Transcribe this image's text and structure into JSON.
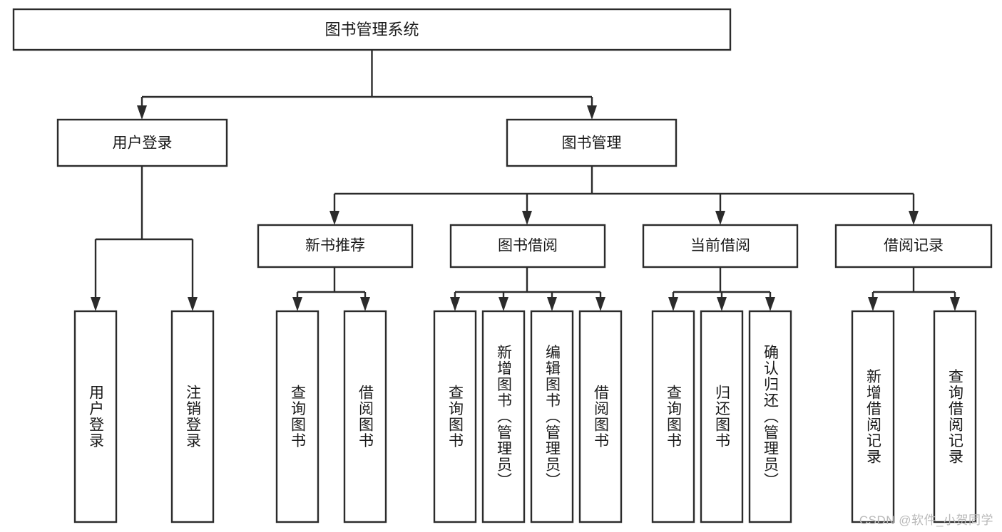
{
  "diagram": {
    "type": "tree-hierarchy-flowchart",
    "title": "图书管理系统",
    "background_color": "#ffffff",
    "box_stroke_color": "#2b2b2b",
    "text_color": "#1a1a1a",
    "levels": [
      {
        "level": 1,
        "nodes": [
          {
            "id": "root",
            "label": "图书管理系统",
            "orientation": "horizontal"
          }
        ]
      },
      {
        "level": 2,
        "nodes": [
          {
            "id": "user-login",
            "label": "用户登录",
            "orientation": "horizontal",
            "parent": "root"
          },
          {
            "id": "book-manage",
            "label": "图书管理",
            "orientation": "horizontal",
            "parent": "root"
          }
        ]
      },
      {
        "level": 3,
        "nodes": [
          {
            "id": "new-book-recommend",
            "label": "新书推荐",
            "orientation": "horizontal",
            "parent": "book-manage"
          },
          {
            "id": "book-borrow",
            "label": "图书借阅",
            "orientation": "horizontal",
            "parent": "book-manage"
          },
          {
            "id": "current-borrow",
            "label": "当前借阅",
            "orientation": "horizontal",
            "parent": "book-manage"
          },
          {
            "id": "borrow-record",
            "label": "借阅记录",
            "orientation": "horizontal",
            "parent": "book-manage"
          }
        ]
      },
      {
        "level": 4,
        "nodes": [
          {
            "id": "leaf-1",
            "label": "用户登录",
            "orientation": "vertical",
            "parent": "user-login"
          },
          {
            "id": "leaf-2",
            "label": "注销登录",
            "orientation": "vertical",
            "parent": "user-login"
          },
          {
            "id": "leaf-3",
            "label": "查询图书",
            "orientation": "vertical",
            "parent": "new-book-recommend"
          },
          {
            "id": "leaf-4",
            "label": "借阅图书",
            "orientation": "vertical",
            "parent": "new-book-recommend"
          },
          {
            "id": "leaf-5",
            "label": "查询图书",
            "orientation": "vertical",
            "parent": "book-borrow"
          },
          {
            "id": "leaf-6",
            "label": "新增图书（管理员）",
            "orientation": "vertical",
            "parent": "book-borrow"
          },
          {
            "id": "leaf-7",
            "label": "编辑图书（管理员）",
            "orientation": "vertical",
            "parent": "book-borrow"
          },
          {
            "id": "leaf-8",
            "label": "借阅图书",
            "orientation": "vertical",
            "parent": "book-borrow"
          },
          {
            "id": "leaf-9",
            "label": "查询图书",
            "orientation": "vertical",
            "parent": "current-borrow"
          },
          {
            "id": "leaf-10",
            "label": "归还图书",
            "orientation": "vertical",
            "parent": "current-borrow"
          },
          {
            "id": "leaf-11",
            "label": "确认归还（管理员）",
            "orientation": "vertical",
            "parent": "current-borrow"
          },
          {
            "id": "leaf-12",
            "label": "新增借阅记录",
            "orientation": "vertical",
            "parent": "borrow-record"
          },
          {
            "id": "leaf-13",
            "label": "查询借阅记录",
            "orientation": "vertical",
            "parent": "borrow-record"
          }
        ]
      }
    ]
  },
  "watermark": {
    "text": "CSDN @软件_小贺同学"
  }
}
